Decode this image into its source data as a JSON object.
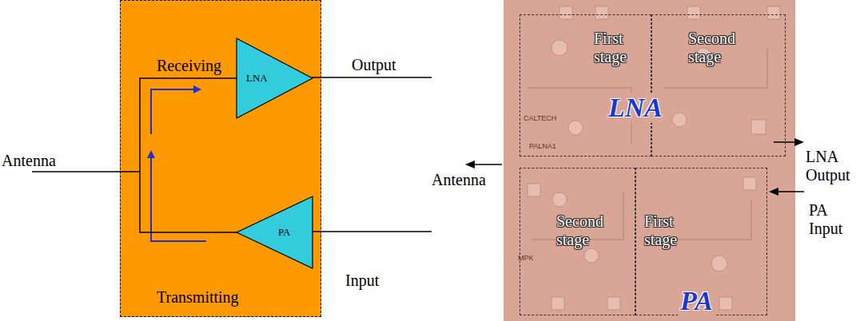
{
  "diagram": {
    "nodes": [
      {
        "text": [
          "Receiving",
          "Transmitting"
        ]
      },
      {
        "text": [
          "LNA"
        ],
        "in": 0
      },
      {
        "text": [
          "PA"
        ],
        "in": 0
      },
      {
        "text": [
          "First stage"
        ]
      },
      {
        "text": [
          "Second stage"
        ]
      },
      {
        "text": [
          "Second stage"
        ]
      },
      {
        "text": [
          "First stage"
        ]
      }
    ],
    "edges": [
      {
        "from": 2,
        "to": 1,
        "arrow": "none"
      }
    ],
    "labels": [
      "Antenna",
      "Output",
      "Input",
      "Antenna",
      "LNA",
      "LNA Output",
      "PA Input",
      "PA",
      "CALTECH",
      "PALNA1",
      "MPK"
    ]
  }
}
